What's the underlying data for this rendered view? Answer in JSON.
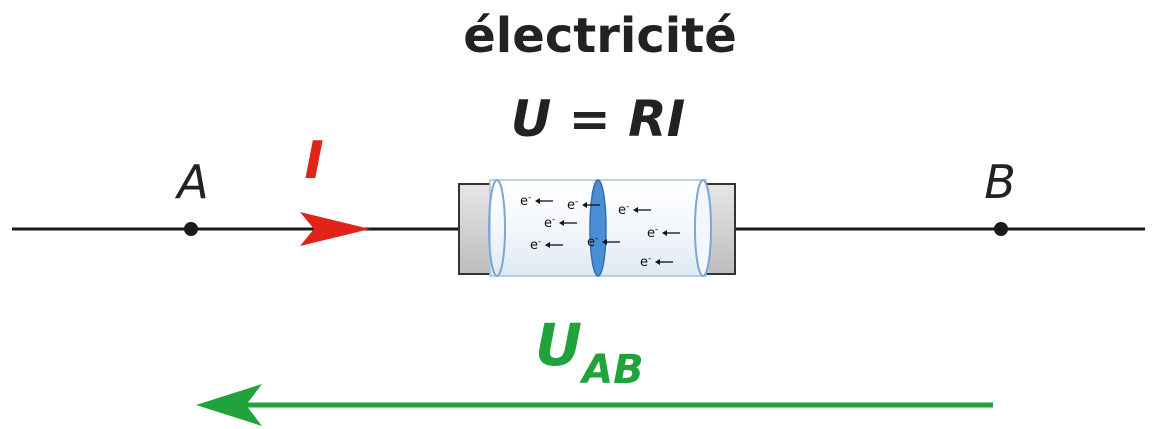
{
  "title": "électricité",
  "formula": "U = RI",
  "nodes": {
    "a_label": "A",
    "b_label": "B"
  },
  "current": {
    "label": "I",
    "color": "#e2231a"
  },
  "voltage": {
    "label_main": "U",
    "label_sub": "AB",
    "color": "#1fa33a"
  },
  "electron": {
    "symbol": "e",
    "charge": "-"
  },
  "colors": {
    "wire": "#1a1a1a",
    "resistor_cap": "#cfcfcf",
    "tube_fill": "#f4f8fc",
    "tube_outline": "#7aa7d6",
    "slice_fill": "#4a8fd6"
  }
}
